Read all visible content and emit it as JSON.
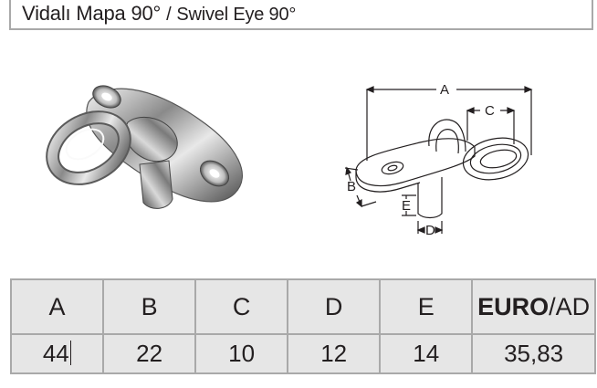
{
  "title": {
    "tr": "Vidalı Mapa 90°",
    "separator": "/",
    "en": "Swivel Eye 90°"
  },
  "drawing": {
    "dims": [
      "A",
      "B",
      "C",
      "D",
      "E"
    ]
  },
  "table": {
    "headers": [
      "A",
      "B",
      "C",
      "D",
      "E"
    ],
    "price_header_bold": "EURO",
    "price_header_rest": "/AD",
    "values": [
      "44",
      "22",
      "10",
      "12",
      "14",
      "35,83"
    ]
  }
}
